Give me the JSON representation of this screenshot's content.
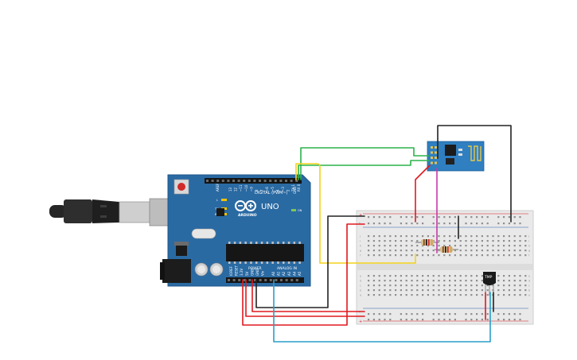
{
  "arduino": {
    "logo_text": "UNO",
    "brand_text": "ARDUINO",
    "digital_label": "DIGITAL (PWM~)",
    "power_label": "POWER",
    "analog_label": "ANALOG IN",
    "aref_label": "AREF",
    "gnd_label": "GND",
    "led_labels": [
      "L",
      "TX",
      "RX"
    ],
    "on_label": "ON",
    "digital_pins": [
      "13",
      "12",
      "~11",
      "~10",
      "~9",
      "8",
      "7",
      "~6",
      "~5",
      "4",
      "~3",
      "2",
      "TX 1",
      "RX 0"
    ],
    "power_pins": [
      "IOREF",
      "RESET",
      "3.3V",
      "5V",
      "GND",
      "GND",
      "Vin"
    ],
    "analog_pins": [
      "A0",
      "A1",
      "A2",
      "A3",
      "A4",
      "A5"
    ]
  },
  "sensor": {
    "label": "TMP"
  },
  "breadboard": {
    "row_letters_top": [
      "j",
      "i",
      "h",
      "g",
      "f"
    ],
    "row_letters_bottom": [
      "e",
      "d",
      "c",
      "b",
      "a"
    ],
    "rail_plus": "+",
    "rail_minus": "-"
  },
  "colors": {
    "board_blue": "#2a6aa3",
    "wire_red": "#e0191f",
    "wire_black": "#222222",
    "wire_green": "#2bb34b",
    "wire_yellow": "#f3d21b",
    "wire_magenta": "#c83aa8",
    "wire_blue": "#2a9ec8",
    "esp_blue": "#2f7fc1"
  }
}
